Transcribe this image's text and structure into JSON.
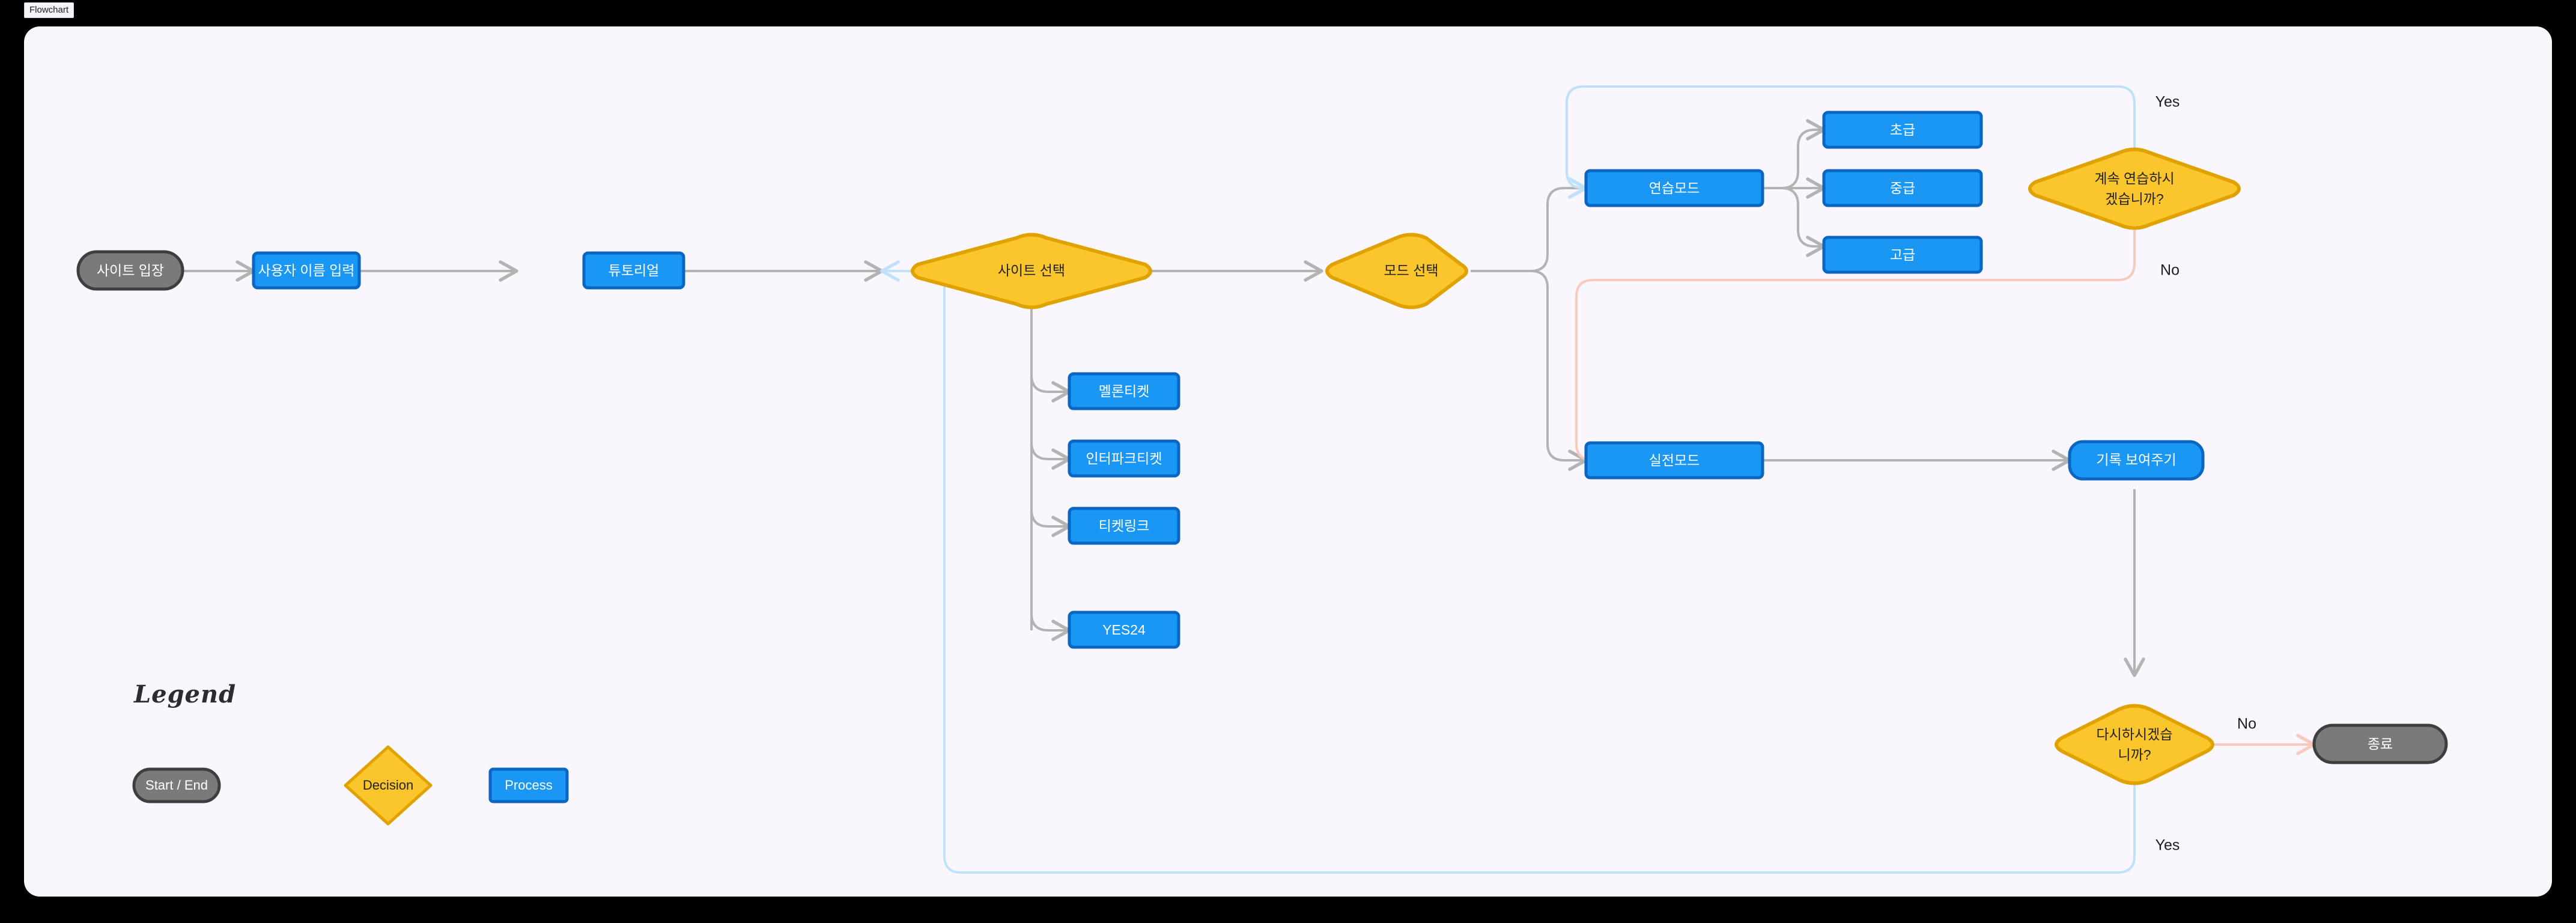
{
  "window": {
    "tab_label": "Flowchart",
    "canvas_background": "#f9f7fd",
    "outer_background": "#000000"
  },
  "palette": {
    "process_fill": "#1a97f5",
    "process_stroke": "#0b66c2",
    "decision_fill": "#fbc62c",
    "decision_stroke": "#e0a200",
    "terminator_fill": "#7a7a7a",
    "terminator_stroke": "#3e3e3e",
    "edge_default": "#b3b3b3",
    "edge_yes": "#bfe2fa",
    "edge_no": "#fac9bd",
    "label_light": "#ffffff",
    "label_dark": "#222222"
  },
  "nodes": {
    "start": {
      "label": "사이트 입장",
      "shape": "terminator"
    },
    "username": {
      "label": "사용자 이름 입력",
      "shape": "process"
    },
    "tutorial": {
      "label": "튜토리얼",
      "shape": "process"
    },
    "site_select": {
      "label": "사이트 선택",
      "shape": "decision"
    },
    "site_melon": {
      "label": "멜론티켓",
      "shape": "process"
    },
    "site_interpark": {
      "label": "인터파크티켓",
      "shape": "process"
    },
    "site_ticketlink": {
      "label": "티켓링크",
      "shape": "process"
    },
    "site_yes24": {
      "label": "YES24",
      "shape": "process"
    },
    "mode_select": {
      "label": "모드 선택",
      "shape": "decision"
    },
    "practice_mode": {
      "label": "연습모드",
      "shape": "process"
    },
    "level_beginner": {
      "label": "초급",
      "shape": "process"
    },
    "level_intermediate": {
      "label": "중급",
      "shape": "process"
    },
    "level_advanced": {
      "label": "고급",
      "shape": "process"
    },
    "continue_practice": {
      "label_line1": "계속 연습하시",
      "label_line2": "겠습니까?",
      "shape": "decision"
    },
    "real_mode": {
      "label": "실전모드",
      "shape": "process"
    },
    "show_records": {
      "label": "기록 보여주기",
      "shape": "process"
    },
    "retry": {
      "label_line1": "다시하시겠습",
      "label_line2": "니까?",
      "shape": "decision"
    },
    "end": {
      "label": "종료",
      "shape": "terminator"
    }
  },
  "edge_labels": {
    "continue_yes": "Yes",
    "continue_no": "No",
    "retry_no": "No",
    "retry_yes": "Yes"
  },
  "legend": {
    "title": "Legend",
    "items": [
      {
        "label": "Start / End",
        "shape": "terminator"
      },
      {
        "label": "Decision",
        "shape": "decision"
      },
      {
        "label": "Process",
        "shape": "process"
      }
    ]
  }
}
